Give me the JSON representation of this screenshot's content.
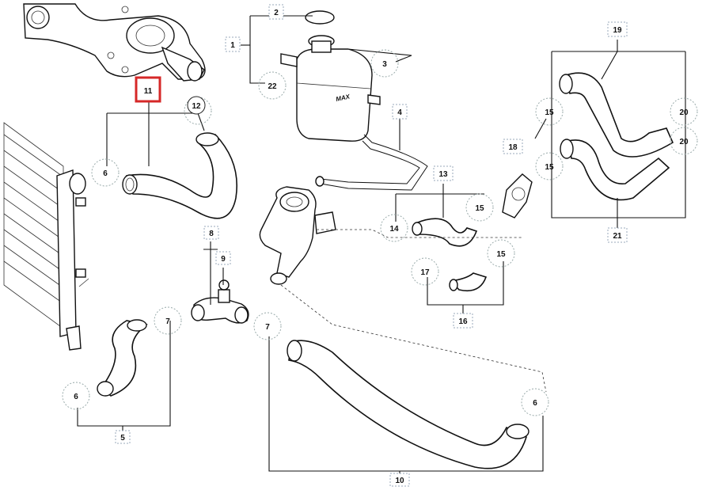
{
  "diagram": {
    "highlight_color": "#d62828",
    "callouts": [
      {
        "id": "c11",
        "label": "11",
        "style": "highlight"
      },
      {
        "id": "c12",
        "label": "12",
        "style": "bubble"
      },
      {
        "id": "c6a",
        "label": "6",
        "style": "bubble"
      },
      {
        "id": "c8",
        "label": "8",
        "style": "box"
      },
      {
        "id": "c9",
        "label": "9",
        "style": "box"
      },
      {
        "id": "c7a",
        "label": "7",
        "style": "bubble"
      },
      {
        "id": "c7b",
        "label": "7",
        "style": "bubble"
      },
      {
        "id": "c6b",
        "label": "6",
        "style": "bubble"
      },
      {
        "id": "c5",
        "label": "5",
        "style": "box"
      },
      {
        "id": "c10",
        "label": "10",
        "style": "box"
      },
      {
        "id": "c6c",
        "label": "6",
        "style": "bubble"
      },
      {
        "id": "c1",
        "label": "1",
        "style": "box"
      },
      {
        "id": "c2",
        "label": "2",
        "style": "box"
      },
      {
        "id": "c22",
        "label": "22",
        "style": "bubble"
      },
      {
        "id": "c3",
        "label": "3",
        "style": "bubble"
      },
      {
        "id": "c4",
        "label": "4",
        "style": "box"
      },
      {
        "id": "c13",
        "label": "13",
        "style": "box"
      },
      {
        "id": "c14",
        "label": "14",
        "style": "bubble"
      },
      {
        "id": "c15a",
        "label": "15",
        "style": "bubble"
      },
      {
        "id": "c15b",
        "label": "15",
        "style": "bubble"
      },
      {
        "id": "c17",
        "label": "17",
        "style": "bubble"
      },
      {
        "id": "c16",
        "label": "16",
        "style": "box"
      },
      {
        "id": "c18",
        "label": "18",
        "style": "box"
      },
      {
        "id": "c19",
        "label": "19",
        "style": "box"
      },
      {
        "id": "c15c",
        "label": "15",
        "style": "bubble"
      },
      {
        "id": "c15d",
        "label": "15",
        "style": "bubble"
      },
      {
        "id": "c20a",
        "label": "20",
        "style": "bubble"
      },
      {
        "id": "c20b",
        "label": "20",
        "style": "bubble"
      },
      {
        "id": "c21",
        "label": "21",
        "style": "box"
      }
    ],
    "tank_marking": "MAX"
  }
}
